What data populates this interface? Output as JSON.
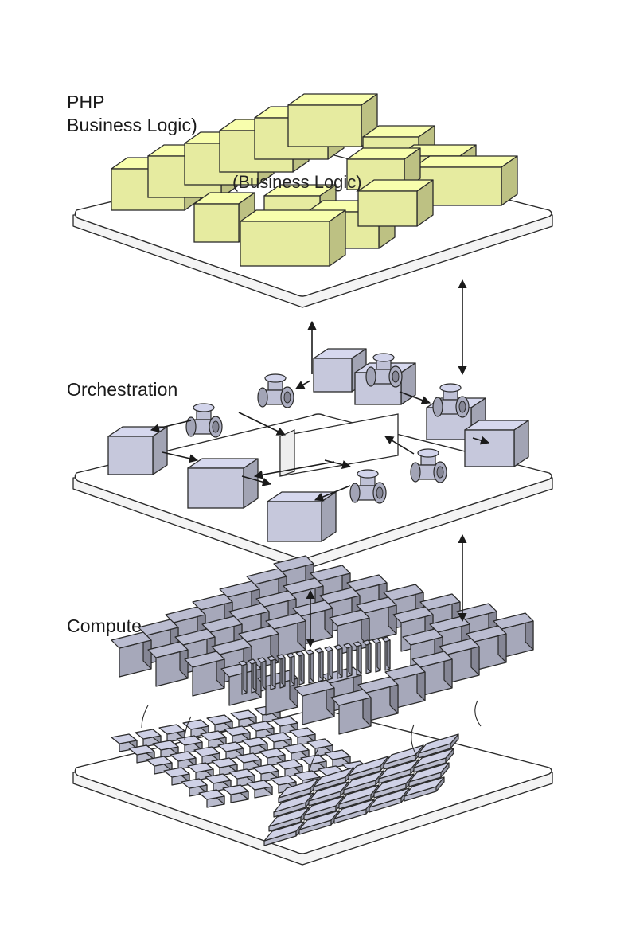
{
  "layers": {
    "business": {
      "label": "PHP\nBusiness Logic)",
      "inner_label": "(Business Logic)",
      "block_color": "#e6eba0"
    },
    "orchestration": {
      "label": "Orchestration",
      "block_color": "#c6c8dc",
      "valve_color": "#bfc1d6"
    },
    "compute": {
      "label": "Compute",
      "block_color": "#a6a8ba",
      "chip_color": "#b9bbcd"
    }
  },
  "colors": {
    "platform_fill": "#ffffff",
    "outline": "#2a2a2a",
    "background": "#ffffff"
  }
}
